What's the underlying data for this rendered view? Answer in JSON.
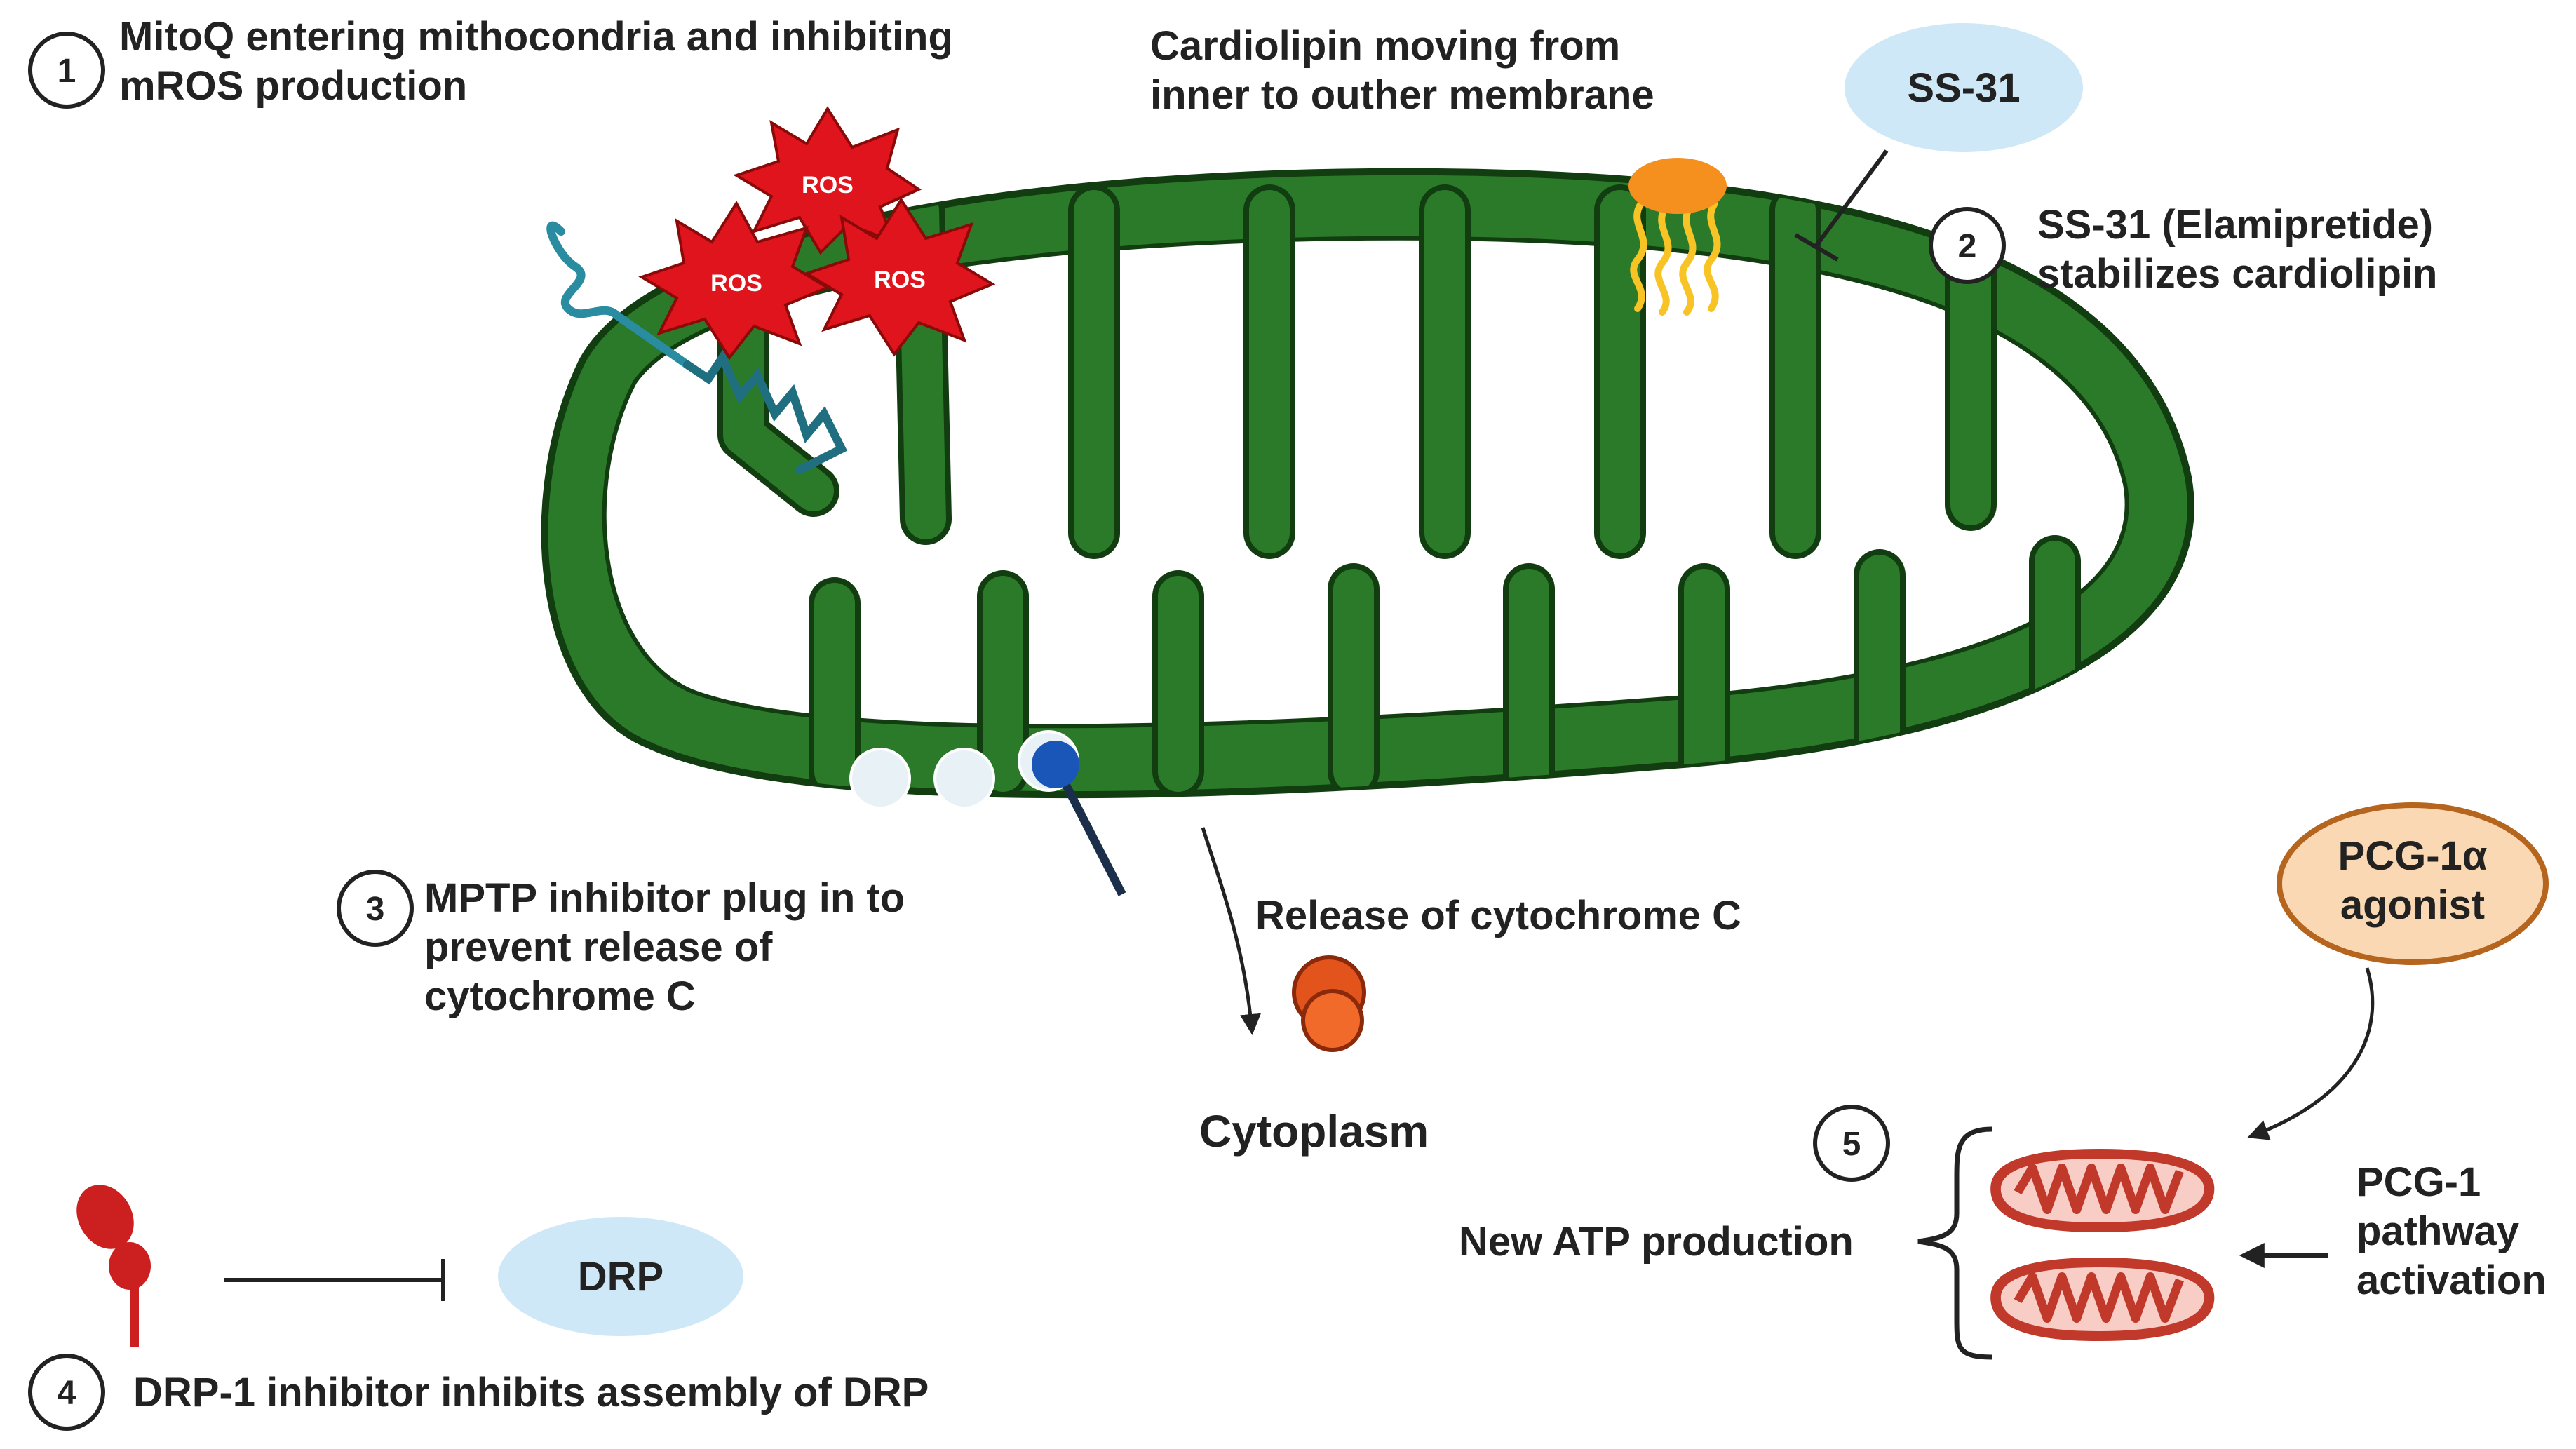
{
  "steps": [
    {
      "number": "1",
      "text_lines": [
        "MitoQ entering mithocondria and inhibiting",
        "mROS production"
      ]
    },
    {
      "number": "2",
      "text_lines": [
        "SS-31 (Elamipretide)",
        "stabilizes cardiolipin"
      ]
    },
    {
      "number": "3",
      "text_lines": [
        "MPTP inhibitor plug in to",
        "prevent release of",
        "cytochrome C"
      ]
    },
    {
      "number": "4",
      "text_lines": [
        "DRP-1 inhibitor inhibits assembly of DRP"
      ]
    },
    {
      "number": "5",
      "text_lines": []
    }
  ],
  "labels": {
    "cardiolipin_lines": [
      "Cardiolipin moving from",
      "inner to outher membrane"
    ],
    "ss31": "SS-31",
    "ros": [
      "ROS",
      "ROS",
      "ROS"
    ],
    "release": "Release of cytochrome C",
    "cytoplasm": "Cytoplasm",
    "drp": "DRP",
    "pcg_agonist_lines": [
      "PCG-1α",
      "agonist"
    ],
    "new_atp": "New ATP production",
    "pcg_pathway_lines": [
      "PCG-1",
      "pathway",
      "activation"
    ]
  },
  "colors": {
    "mito_green": "#2a7a2a",
    "mito_outline": "#113d11",
    "ros_red": "#e0141c",
    "ss31_blue": "#cfe8f7",
    "cardiolipin_orange": "#f5901e",
    "cardiolipin_tail": "#f7c325",
    "cyto_c": "#e2541c",
    "mitoq_teal": "#2a8ca0",
    "mptp_blue": "#1a56b8",
    "agonist_fill": "#fbd8b4",
    "agonist_stroke": "#b5651d",
    "drp1_red": "#cc1f1f",
    "small_mito": "#c0392b"
  }
}
